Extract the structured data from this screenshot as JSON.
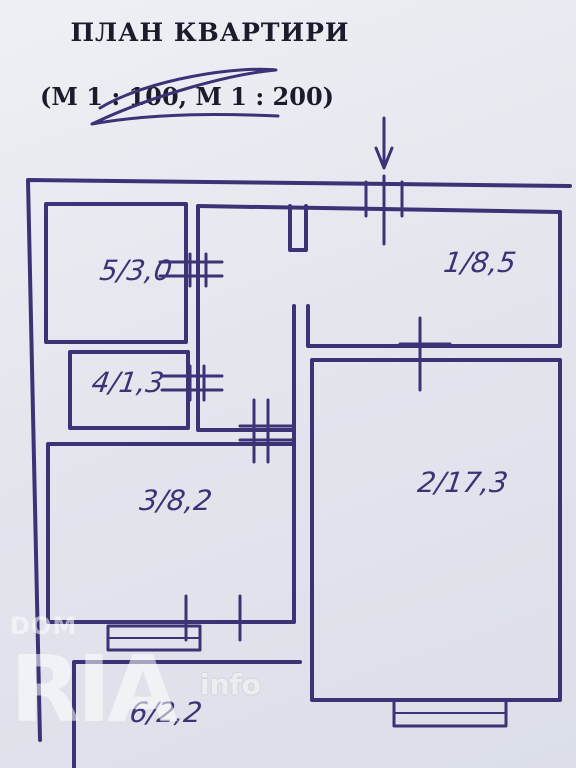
{
  "header": {
    "title": "ПЛАН КВАРТИРИ",
    "scale_prefix": "(М ",
    "scale_crossed": "1 : 100",
    "scale_suffix": ", М 1 : 200)"
  },
  "rooms": [
    {
      "label": "5/3,0"
    },
    {
      "label": "1/8,5"
    },
    {
      "label": "4/1,3"
    },
    {
      "label": "3/8,2"
    },
    {
      "label": "2/17,3"
    },
    {
      "label": "6/2,2"
    }
  ],
  "watermark": {
    "brand_top": "DOM",
    "brand_main": "RIA",
    "brand_sub": "info"
  },
  "colors": {
    "ink": "#3a3376",
    "print": "#1b1b2a"
  }
}
